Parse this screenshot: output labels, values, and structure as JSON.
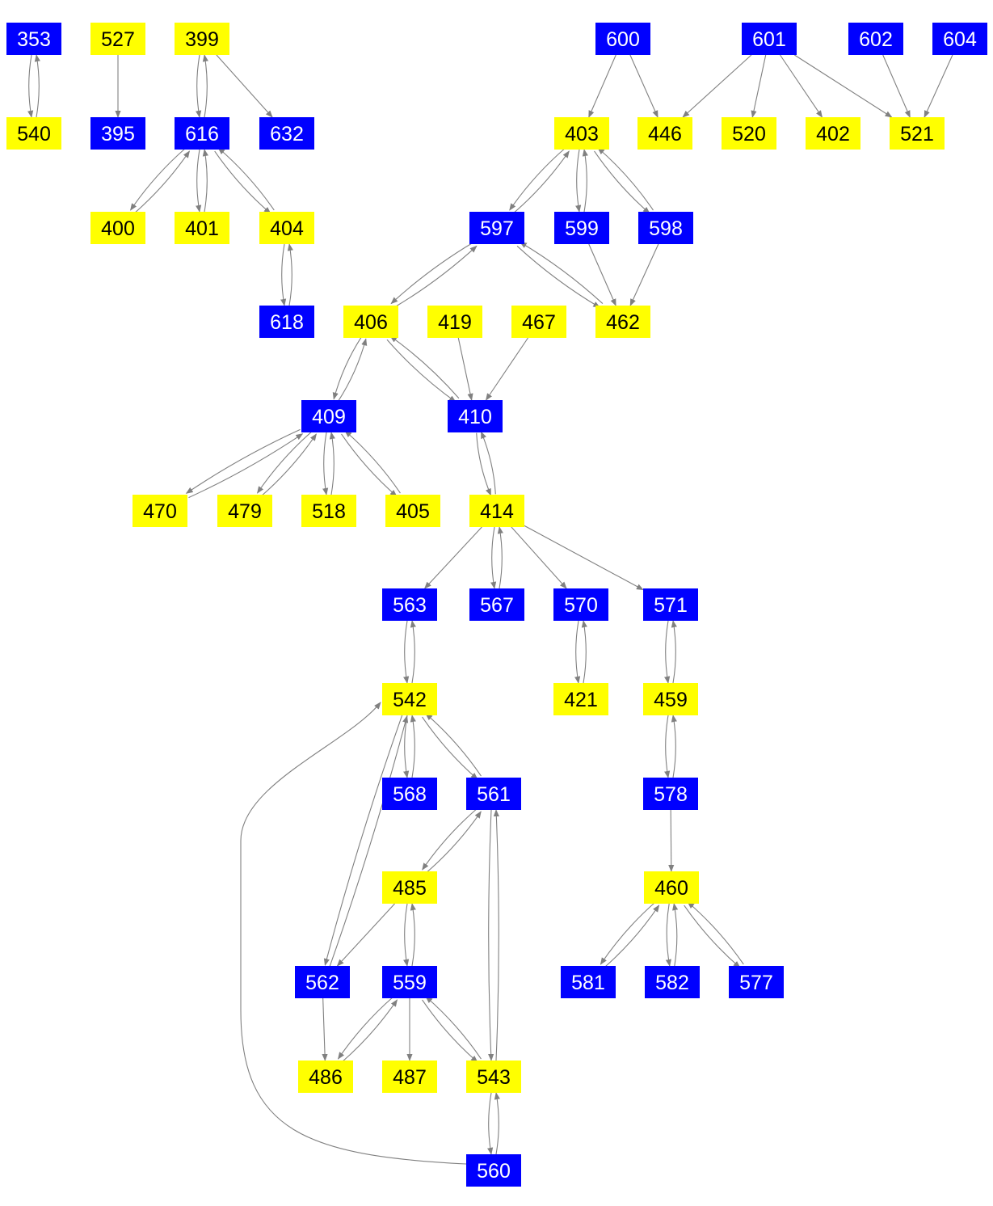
{
  "colors": {
    "blue": "#0000ff",
    "yellow": "#ffff00",
    "edge": "#808080",
    "text_on_blue": "#ffffff",
    "text_on_yellow": "#000000"
  },
  "nodes": [
    {
      "id": "353",
      "label": "353",
      "color": "blue"
    },
    {
      "id": "527",
      "label": "527",
      "color": "yellow"
    },
    {
      "id": "399",
      "label": "399",
      "color": "yellow"
    },
    {
      "id": "600",
      "label": "600",
      "color": "blue"
    },
    {
      "id": "601",
      "label": "601",
      "color": "blue"
    },
    {
      "id": "602",
      "label": "602",
      "color": "blue"
    },
    {
      "id": "604",
      "label": "604",
      "color": "blue"
    },
    {
      "id": "540",
      "label": "540",
      "color": "yellow"
    },
    {
      "id": "395",
      "label": "395",
      "color": "blue"
    },
    {
      "id": "616",
      "label": "616",
      "color": "blue"
    },
    {
      "id": "632",
      "label": "632",
      "color": "blue"
    },
    {
      "id": "403",
      "label": "403",
      "color": "yellow"
    },
    {
      "id": "446",
      "label": "446",
      "color": "yellow"
    },
    {
      "id": "520",
      "label": "520",
      "color": "yellow"
    },
    {
      "id": "402",
      "label": "402",
      "color": "yellow"
    },
    {
      "id": "521",
      "label": "521",
      "color": "yellow"
    },
    {
      "id": "400",
      "label": "400",
      "color": "yellow"
    },
    {
      "id": "401",
      "label": "401",
      "color": "yellow"
    },
    {
      "id": "404",
      "label": "404",
      "color": "yellow"
    },
    {
      "id": "597",
      "label": "597",
      "color": "blue"
    },
    {
      "id": "599",
      "label": "599",
      "color": "blue"
    },
    {
      "id": "598",
      "label": "598",
      "color": "blue"
    },
    {
      "id": "618",
      "label": "618",
      "color": "blue"
    },
    {
      "id": "406",
      "label": "406",
      "color": "yellow"
    },
    {
      "id": "419",
      "label": "419",
      "color": "yellow"
    },
    {
      "id": "467",
      "label": "467",
      "color": "yellow"
    },
    {
      "id": "462",
      "label": "462",
      "color": "yellow"
    },
    {
      "id": "409",
      "label": "409",
      "color": "blue"
    },
    {
      "id": "410",
      "label": "410",
      "color": "blue"
    },
    {
      "id": "470",
      "label": "470",
      "color": "yellow"
    },
    {
      "id": "479",
      "label": "479",
      "color": "yellow"
    },
    {
      "id": "518",
      "label": "518",
      "color": "yellow"
    },
    {
      "id": "405",
      "label": "405",
      "color": "yellow"
    },
    {
      "id": "414",
      "label": "414",
      "color": "yellow"
    },
    {
      "id": "563",
      "label": "563",
      "color": "blue"
    },
    {
      "id": "567",
      "label": "567",
      "color": "blue"
    },
    {
      "id": "570",
      "label": "570",
      "color": "blue"
    },
    {
      "id": "571",
      "label": "571",
      "color": "blue"
    },
    {
      "id": "542",
      "label": "542",
      "color": "yellow"
    },
    {
      "id": "421",
      "label": "421",
      "color": "yellow"
    },
    {
      "id": "459",
      "label": "459",
      "color": "yellow"
    },
    {
      "id": "568",
      "label": "568",
      "color": "blue"
    },
    {
      "id": "561",
      "label": "561",
      "color": "blue"
    },
    {
      "id": "578",
      "label": "578",
      "color": "blue"
    },
    {
      "id": "485",
      "label": "485",
      "color": "yellow"
    },
    {
      "id": "460",
      "label": "460",
      "color": "yellow"
    },
    {
      "id": "562",
      "label": "562",
      "color": "blue"
    },
    {
      "id": "559",
      "label": "559",
      "color": "blue"
    },
    {
      "id": "581",
      "label": "581",
      "color": "blue"
    },
    {
      "id": "582",
      "label": "582",
      "color": "blue"
    },
    {
      "id": "577",
      "label": "577",
      "color": "blue"
    },
    {
      "id": "486",
      "label": "486",
      "color": "yellow"
    },
    {
      "id": "487",
      "label": "487",
      "color": "yellow"
    },
    {
      "id": "543",
      "label": "543",
      "color": "yellow"
    },
    {
      "id": "560",
      "label": "560",
      "color": "blue"
    }
  ],
  "edges": [
    [
      "353",
      "540"
    ],
    [
      "540",
      "353"
    ],
    [
      "527",
      "395"
    ],
    [
      "399",
      "616"
    ],
    [
      "616",
      "399"
    ],
    [
      "399",
      "632"
    ],
    [
      "600",
      "403"
    ],
    [
      "600",
      "446"
    ],
    [
      "601",
      "446"
    ],
    [
      "601",
      "520"
    ],
    [
      "601",
      "402"
    ],
    [
      "601",
      "521"
    ],
    [
      "602",
      "521"
    ],
    [
      "604",
      "521"
    ],
    [
      "616",
      "400"
    ],
    [
      "400",
      "616"
    ],
    [
      "616",
      "401"
    ],
    [
      "401",
      "616"
    ],
    [
      "616",
      "404"
    ],
    [
      "404",
      "616"
    ],
    [
      "404",
      "618"
    ],
    [
      "618",
      "404"
    ],
    [
      "403",
      "597"
    ],
    [
      "597",
      "403"
    ],
    [
      "403",
      "599"
    ],
    [
      "599",
      "403"
    ],
    [
      "403",
      "598"
    ],
    [
      "598",
      "403"
    ],
    [
      "597",
      "406"
    ],
    [
      "406",
      "597"
    ],
    [
      "597",
      "462"
    ],
    [
      "462",
      "597"
    ],
    [
      "599",
      "462"
    ],
    [
      "598",
      "462"
    ],
    [
      "406",
      "409"
    ],
    [
      "409",
      "406"
    ],
    [
      "406",
      "410"
    ],
    [
      "410",
      "406"
    ],
    [
      "419",
      "410"
    ],
    [
      "467",
      "410"
    ],
    [
      "409",
      "470"
    ],
    [
      "470",
      "409"
    ],
    [
      "409",
      "479"
    ],
    [
      "479",
      "409"
    ],
    [
      "409",
      "518"
    ],
    [
      "518",
      "409"
    ],
    [
      "409",
      "405"
    ],
    [
      "405",
      "409"
    ],
    [
      "410",
      "414"
    ],
    [
      "414",
      "410"
    ],
    [
      "414",
      "563"
    ],
    [
      "414",
      "567"
    ],
    [
      "567",
      "414"
    ],
    [
      "414",
      "570"
    ],
    [
      "414",
      "571"
    ],
    [
      "563",
      "542"
    ],
    [
      "542",
      "563"
    ],
    [
      "570",
      "421"
    ],
    [
      "421",
      "570"
    ],
    [
      "571",
      "459"
    ],
    [
      "459",
      "571"
    ],
    [
      "542",
      "568"
    ],
    [
      "568",
      "542"
    ],
    [
      "542",
      "561"
    ],
    [
      "561",
      "542"
    ],
    [
      "459",
      "578"
    ],
    [
      "578",
      "459"
    ],
    [
      "578",
      "460"
    ],
    [
      "561",
      "485"
    ],
    [
      "485",
      "561"
    ],
    [
      "561",
      "543"
    ],
    [
      "543",
      "561"
    ],
    [
      "542",
      "562"
    ],
    [
      "562",
      "542"
    ],
    [
      "560",
      "542"
    ],
    [
      "485",
      "562"
    ],
    [
      "485",
      "559"
    ],
    [
      "559",
      "485"
    ],
    [
      "460",
      "581"
    ],
    [
      "581",
      "460"
    ],
    [
      "460",
      "582"
    ],
    [
      "582",
      "460"
    ],
    [
      "460",
      "577"
    ],
    [
      "577",
      "460"
    ],
    [
      "562",
      "486"
    ],
    [
      "559",
      "486"
    ],
    [
      "486",
      "559"
    ],
    [
      "559",
      "487"
    ],
    [
      "559",
      "543"
    ],
    [
      "543",
      "559"
    ],
    [
      "543",
      "560"
    ],
    [
      "560",
      "543"
    ]
  ]
}
